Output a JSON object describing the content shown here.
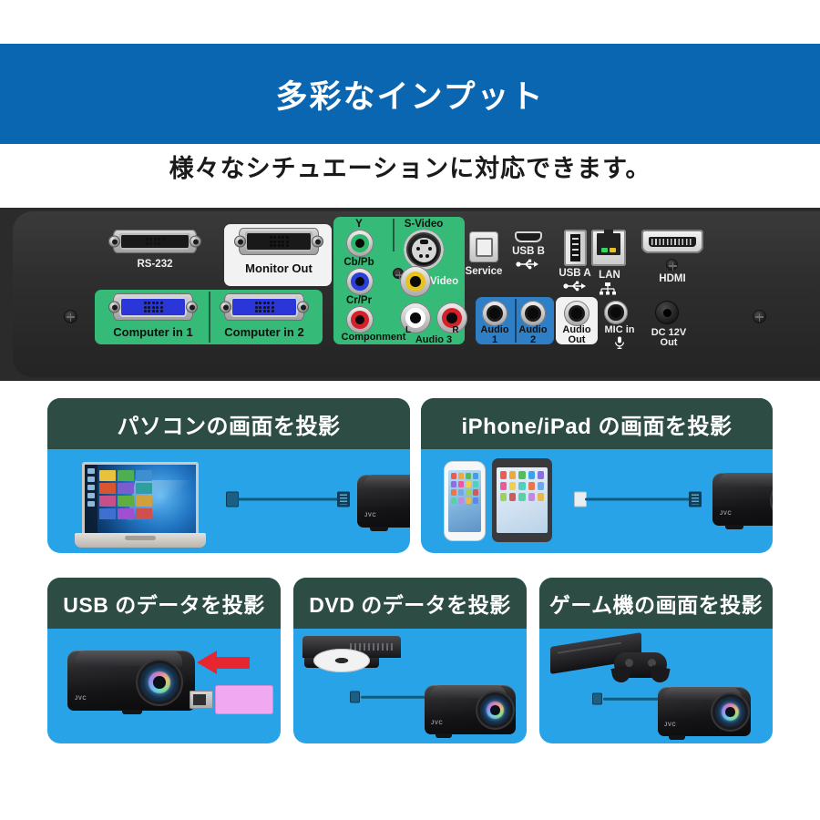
{
  "header": {
    "banner_title": "多彩なインプット",
    "subtitle": "様々なシチュエーションに対応できます。",
    "banner_color": "#0b66b2"
  },
  "connector_panel": {
    "groups": {
      "computer_in_color": "#35ba77",
      "monitor_out_color": "#f2f2f2",
      "component_color": "#35ba77",
      "audio_in_color": "#2f7fc6",
      "audio_out_color": "#f2f2f2"
    },
    "ports": [
      {
        "id": "rs232",
        "label": "RS-232",
        "type": "d-sub-9"
      },
      {
        "id": "monitor-out",
        "label": "Monitor Out",
        "type": "vga"
      },
      {
        "id": "computer-in-1",
        "label": "Computer in 1",
        "type": "vga"
      },
      {
        "id": "computer-in-2",
        "label": "Computer in 2",
        "type": "vga"
      },
      {
        "id": "component-y",
        "label": "Y",
        "type": "rca",
        "color": "#2fb56a"
      },
      {
        "id": "component-cb",
        "label": "Cb/Pb",
        "type": "rca",
        "color": "#2a3fd8"
      },
      {
        "id": "component-cr",
        "label": "Cr/Pr",
        "type": "rca",
        "color": "#d6202a"
      },
      {
        "id": "component-grp",
        "label": "Componment",
        "type": "group-label"
      },
      {
        "id": "s-video",
        "label": "S-Video",
        "type": "mini-din-4"
      },
      {
        "id": "video",
        "label": "Video",
        "type": "rca",
        "color": "#e8c21f"
      },
      {
        "id": "audio3-l",
        "label": "L",
        "type": "rca",
        "color": "#ffffff"
      },
      {
        "id": "audio3-r",
        "label": "R",
        "type": "rca",
        "color": "#d6202a"
      },
      {
        "id": "audio3-grp",
        "label": "Audio 3",
        "type": "group-label"
      },
      {
        "id": "service",
        "label": "Service",
        "type": "usb-b"
      },
      {
        "id": "usb-b",
        "label": "USB B",
        "type": "usb-b-mini"
      },
      {
        "id": "usb-a",
        "label": "USB A",
        "type": "usb-a"
      },
      {
        "id": "lan",
        "label": "LAN",
        "type": "rj45"
      },
      {
        "id": "hdmi",
        "label": "HDMI",
        "type": "hdmi"
      },
      {
        "id": "audio-1",
        "label": "Audio 1",
        "type": "mini-jack"
      },
      {
        "id": "audio-2",
        "label": "Audio 2",
        "type": "mini-jack"
      },
      {
        "id": "audio-out",
        "label": "Audio Out",
        "type": "mini-jack"
      },
      {
        "id": "mic-in",
        "label": "MIC in",
        "type": "mini-jack"
      },
      {
        "id": "dc-12v-out",
        "label": "DC 12V Out",
        "type": "dc-jack"
      }
    ],
    "labels": {
      "rs232": "RS-232",
      "monitor_out": "Monitor Out",
      "computer_in_1": "Computer in 1",
      "computer_in_2": "Computer in 2",
      "y": "Y",
      "cb_pb": "Cb/Pb",
      "cr_pr": "Cr/Pr",
      "component": "Componment",
      "s_video": "S-Video",
      "video": "Video",
      "audio3_l": "L",
      "audio3_r": "R",
      "audio3": "Audio 3",
      "service": "Service",
      "usb_b": "USB B",
      "usb_a": "USB A",
      "lan": "LAN",
      "hdmi": "HDMI",
      "audio_1_line1": "Audio",
      "audio_1_line2": "1",
      "audio_2_line1": "Audio",
      "audio_2_line2": "2",
      "audio_out_line1": "Audio",
      "audio_out_line2": "Out",
      "mic_in": "MIC in",
      "dc_line1": "DC 12V",
      "dc_line2": "Out"
    }
  },
  "cards": {
    "head_color": "#2d4d44",
    "body_color": "#29a3e8",
    "row1": [
      {
        "id": "pc",
        "title": "パソコンの画面を投影"
      },
      {
        "id": "iphone",
        "title": "iPhone/iPad の画面を投影"
      }
    ],
    "row2": [
      {
        "id": "usb",
        "title": "USB のデータを投影"
      },
      {
        "id": "dvd",
        "title": "DVD のデータを投影"
      },
      {
        "id": "game",
        "title": "ゲーム機の画面を投影"
      }
    ]
  }
}
